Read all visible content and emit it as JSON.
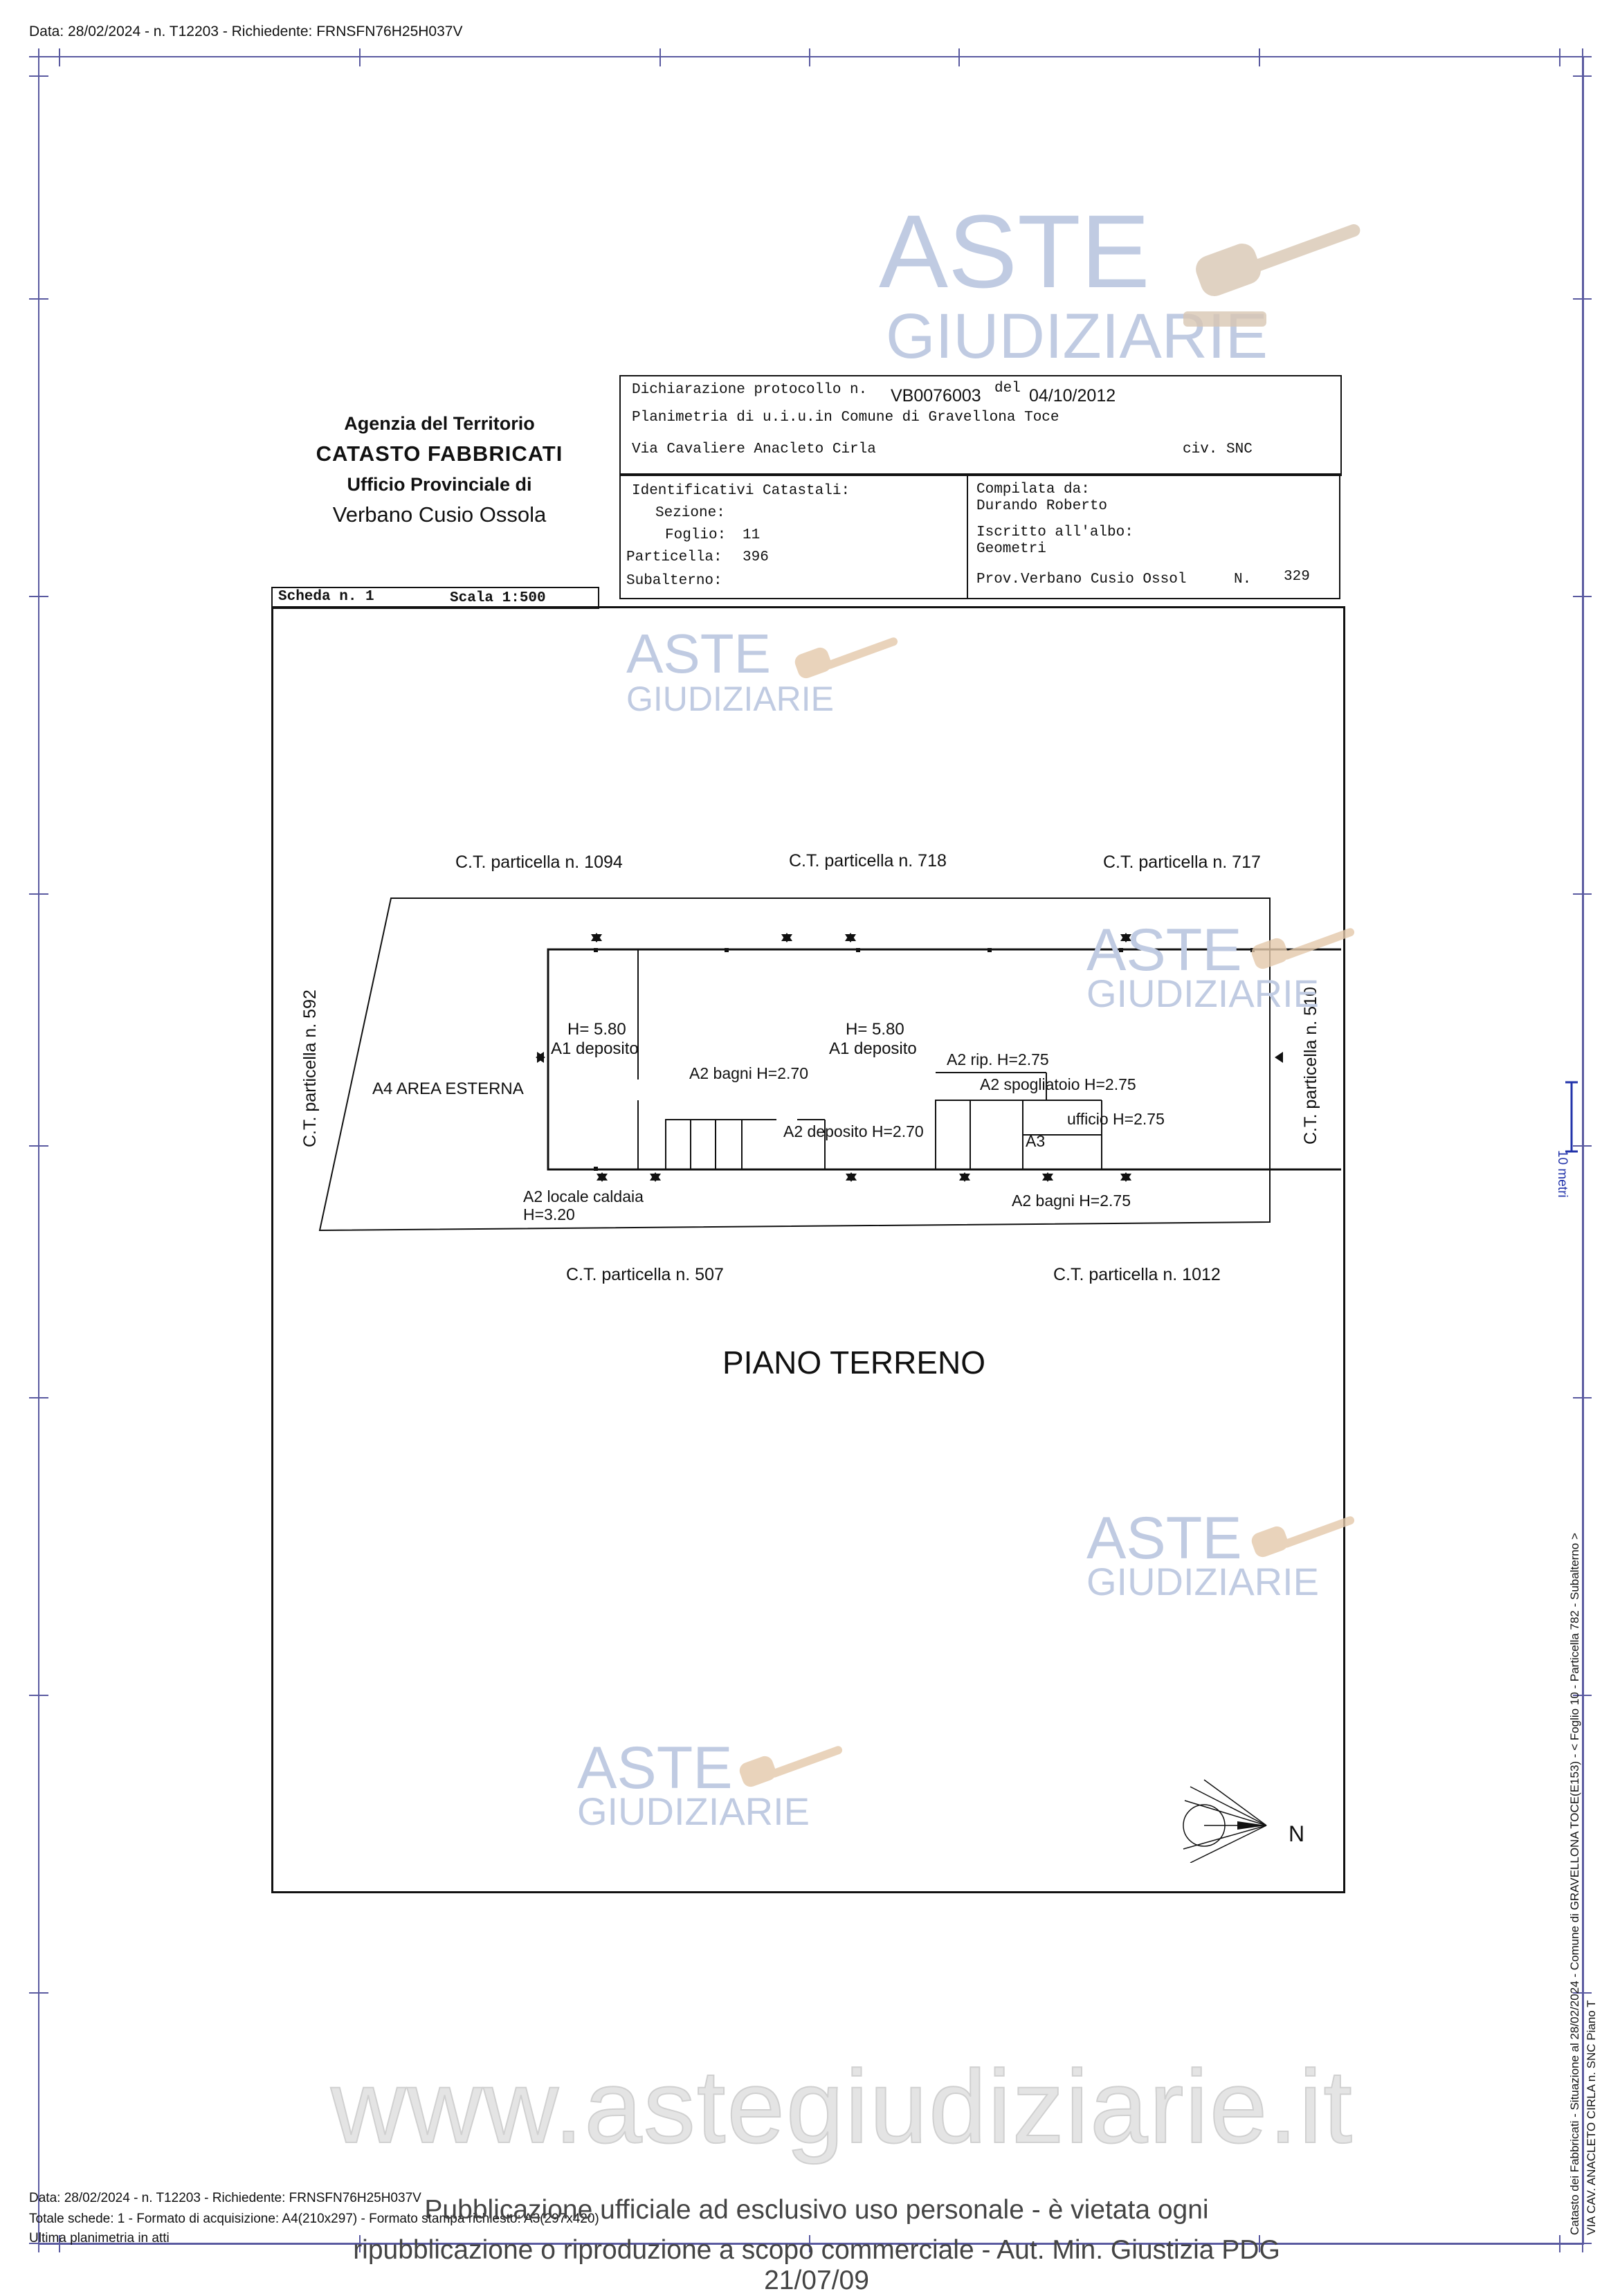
{
  "header": {
    "top_info": "Data: 28/02/2024 - n. T12203 - Richiedente: FRNSFN76H25H037V"
  },
  "agency": {
    "line1": "Agenzia del Territorio",
    "line2": "CATASTO FABBRICATI",
    "line3": "Ufficio Provinciale di",
    "line4": "Verbano Cusio Ossola"
  },
  "declaration": {
    "label": "Dichiarazione protocollo n.",
    "protocol": "VB0076003",
    "del_label": "del",
    "date": "04/10/2012",
    "planimetria": "Planimetria di u.i.u.in Comune di Gravellona Toce",
    "address": "Via Cavaliere Anacleto Cirla",
    "civ": "civ. SNC"
  },
  "identifiers": {
    "title": "Identificativi Catastali:",
    "sezione": "Sezione:",
    "foglio_label": "Foglio:",
    "foglio": "11",
    "particella_label": "Particella:",
    "particella": "396",
    "subalterno": "Subalterno:"
  },
  "compiler": {
    "label": "Compilata da:",
    "name": "Durando Roberto",
    "albo_label": "Iscritto all'albo:",
    "albo": "Geometri",
    "prov_label": "Prov.",
    "prov": "Verbano Cusio Ossol",
    "n_label": "N.",
    "n": "329"
  },
  "scheda": {
    "scheda": "Scheda n. 1",
    "scala": "Scala 1:500"
  },
  "plan": {
    "neighbors": {
      "p1094": "C.T. particella n. 1094",
      "p718": "C.T. particella n. 718",
      "p717": "C.T. particella n. 717",
      "p592": "C.T. particella n. 592",
      "p510": "C.T. particella n. 510",
      "p507": "C.T. particella n. 507",
      "p1012": "C.T. particella n. 1012"
    },
    "labels": {
      "h_left": "H= 5.80",
      "a1_left": "A1 deposito",
      "h_center": "H= 5.80",
      "a1_center": "A1 deposito",
      "a4": "A4 AREA ESTERNA",
      "a2_bagni_270": "A2 bagni H=2.70",
      "a2_deposito": "A2 deposito H=2.70",
      "a2_rip": "A2 rip. H=2.75",
      "a2_spogliatoio": "A2 spogliatoio H=2.75",
      "ufficio": "ufficio H=2.75",
      "a3": "A3",
      "a2_bagni_275": "A2 bagni H=2.75",
      "a2_caldaia": "A2 locale caldaia",
      "caldaia_h": "H=3.20"
    },
    "title": "PIANO TERRENO",
    "north": "N"
  },
  "scale_bar": "10 metri",
  "side_text": {
    "line1": "Catasto dei Fabbricati - Situazione al 28/02/2024 - Comune di GRAVELLONA TOCE(E153) - < Foglio 10 - Particella 782 - Subalterno >",
    "line2": "VIA CAV. ANACLETO CIRLA n. SNC Piano T"
  },
  "watermarks": {
    "aste": "ASTE",
    "giudiziarie": "GIUDIZIARIE",
    "url": "www.astegiudiziarie.it"
  },
  "footer": {
    "line1": "Data: 28/02/2024 - n. T12203 - Richiedente: FRNSFN76H25H037V",
    "line2": "Totale schede: 1 - Formato di acquisizione: A4(210x297) - Formato stampa richiesto: A3(297x420)",
    "line3": "Ultima planimetria in atti",
    "notice1": "Pubblicazione ufficiale ad esclusivo uso personale - è vietata ogni",
    "notice2": "ripubblicazione o riproduzione a scopo commerciale - Aut. Min. Giustizia PDG 21/07/09"
  }
}
